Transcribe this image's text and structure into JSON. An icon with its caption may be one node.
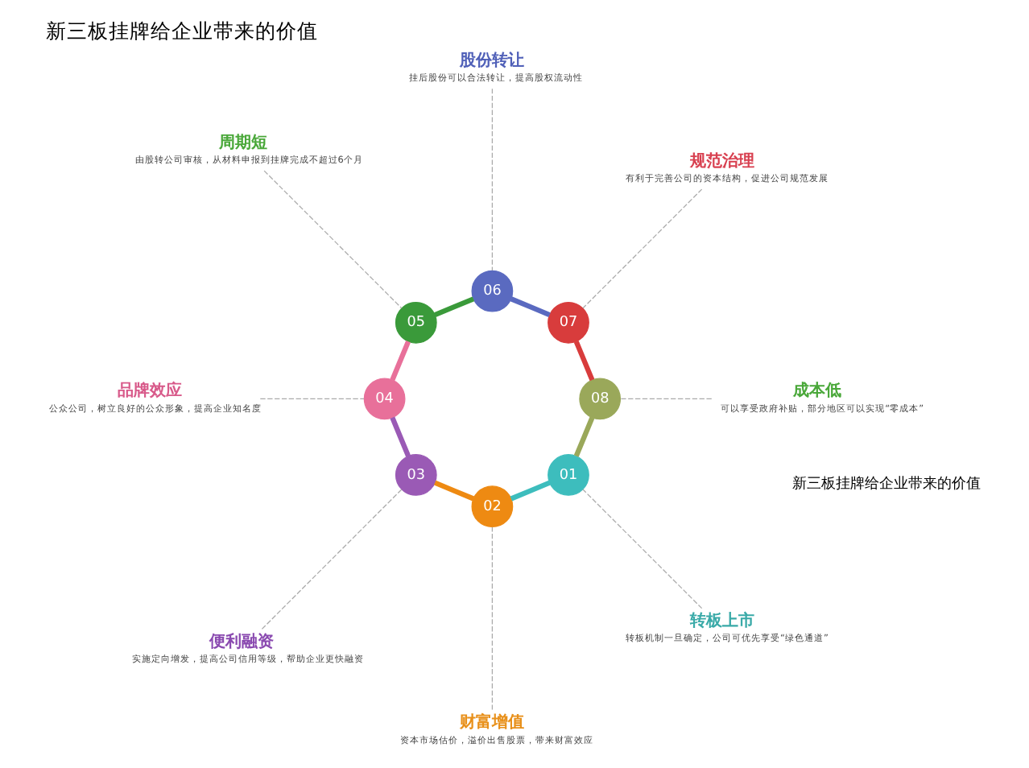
{
  "diagram": {
    "title": "新三板挂牌给企业带来的价值",
    "nodes": [
      {
        "text": [
          "01"
        ]
      },
      {
        "text": [
          "02"
        ]
      },
      {
        "text": [
          "03"
        ]
      },
      {
        "text": [
          "04"
        ]
      },
      {
        "text": [
          "05"
        ]
      },
      {
        "text": [
          "06"
        ]
      },
      {
        "text": [
          "07"
        ]
      },
      {
        "text": [
          "08"
        ]
      },
      {
        "text": [
          "转板上市",
          "转板机制一旦确定，公司可优先享受“绿色通道”"
        ]
      },
      {
        "text": [
          "财富增值",
          "资本市场估价，溢价出售股票，带来财富效应"
        ]
      },
      {
        "text": [
          "便利融资",
          "实施定向增发，提高公司信用等级，帮助企业更快融资"
        ]
      },
      {
        "text": [
          "品牌效应",
          "公众公司，树立良好的公众形象，提高企业知名度"
        ]
      },
      {
        "text": [
          "周期短",
          "由股转公司审核，从材料申报到挂牌完成不超过6个月"
        ]
      },
      {
        "text": [
          "股份转让",
          "挂后股份可以合法转让，提高股权流动性"
        ]
      },
      {
        "text": [
          "规范治理",
          "有利于完善公司的资本结构，促进公司规范发展"
        ]
      },
      {
        "text": [
          "成本低",
          "可以享受政府补贴，部分地区可以实现“零成本”"
        ]
      }
    ],
    "edges": [
      {
        "from": 0,
        "to": 1,
        "arrow": "none",
        "style": "thick",
        "color": "#3dbdbd"
      },
      {
        "from": 1,
        "to": 2,
        "arrow": "none",
        "style": "thick",
        "color": "#ee8a12"
      },
      {
        "from": 2,
        "to": 3,
        "arrow": "none",
        "style": "thick",
        "color": "#9a5ab5"
      },
      {
        "from": 3,
        "to": 4,
        "arrow": "none",
        "style": "thick",
        "color": "#e8709a"
      },
      {
        "from": 4,
        "to": 5,
        "arrow": "none",
        "style": "thick",
        "color": "#3a9a3a"
      },
      {
        "from": 5,
        "to": 6,
        "arrow": "none",
        "style": "thick",
        "color": "#5a6ac0"
      },
      {
        "from": 6,
        "to": 7,
        "arrow": "none",
        "style": "thick",
        "color": "#d83c3c"
      },
      {
        "from": 7,
        "to": 0,
        "arrow": "none",
        "style": "thick",
        "color": "#9aa85a"
      },
      {
        "from": 8,
        "to": 0,
        "arrow": "none",
        "style": "dashed"
      },
      {
        "from": 9,
        "to": 1,
        "arrow": "none",
        "style": "dashed"
      },
      {
        "from": 10,
        "to": 2,
        "arrow": "none",
        "style": "dashed"
      },
      {
        "from": 11,
        "to": 3,
        "arrow": "none",
        "style": "dashed"
      },
      {
        "from": 12,
        "to": 4,
        "arrow": "none",
        "style": "dashed"
      },
      {
        "from": 13,
        "to": 5,
        "arrow": "none",
        "style": "dashed"
      },
      {
        "from": 14,
        "to": 6,
        "arrow": "none",
        "style": "dashed"
      },
      {
        "from": 15,
        "to": 7,
        "arrow": "none",
        "style": "dashed"
      }
    ],
    "labels": [
      "新三板挂牌给企业带来的价值"
    ]
  }
}
